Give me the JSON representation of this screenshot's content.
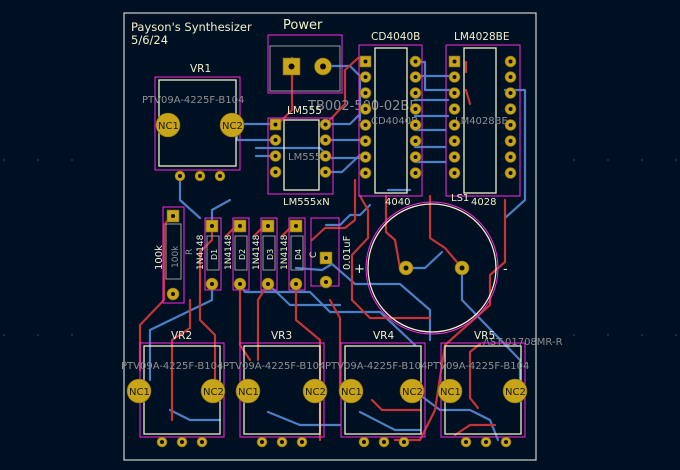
{
  "board": {
    "title": "Payson's Synthesizer",
    "date": "5/6/24"
  },
  "colors": {
    "background": "#001023",
    "edge_cuts": "#d0d2cd",
    "silkscreen": "#f2eec8",
    "courtyard": "#ff26e2",
    "front_copper": "#c83434",
    "back_copper": "#4d7fc4",
    "pad": "#c8a418",
    "fab": "#8f8f8f"
  },
  "labels": {
    "power": "Power",
    "tb": "TB002-500-02BE",
    "cd_ref": "CD4040B",
    "cd_val": "CD4040B",
    "cd_fab": "4040",
    "lm28_ref": "LM4028BE",
    "lm28_val": "LM4028BE",
    "lm28_fab": "4028",
    "ls1": "LS1",
    "lm555_ref": "LM555",
    "lm555_fab": "LM555",
    "lm555_val": "LM555xN",
    "vr1": "VR1",
    "vr1_val": "PTV09A-4225F-B104",
    "vr2": "VR2",
    "vr2_val": "PTV09A-4225F-B104",
    "vr3": "VR3",
    "vr3_val": "PTV09A-4225F-B104",
    "vr4": "VR4",
    "vr4_val": "PTV09A-4225F-B104",
    "vr5": "VR5",
    "vr5_val": "PTV09A-4225F-B104",
    "speaker_val": "AST-01708MR-R",
    "r_ref": "R",
    "r_val": "100k",
    "r_fab": "100k",
    "diode": "1N4148",
    "d1": "D1",
    "d2": "D2",
    "d3": "D3",
    "d4": "D4",
    "cap": "0.01uF",
    "cap_ref": "C",
    "plus": "+",
    "minus": "-",
    "nc1": "NC1",
    "nc2": "NC2"
  }
}
